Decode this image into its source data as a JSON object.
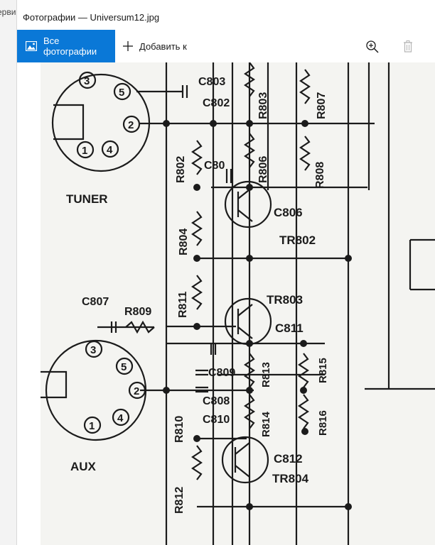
{
  "background_app": {
    "partial_text": "ерви"
  },
  "window": {
    "title": "Фотографии — Universum12.jpg"
  },
  "toolbar": {
    "all_photos_label": "Все фотографии",
    "add_to_label": "Добавить к",
    "zoom_icon": "zoom-in-icon",
    "delete_icon": "trash-icon",
    "accent_color": "#0a78d7"
  },
  "photo": {
    "labels": {
      "c803": "C803",
      "c802": "C802",
      "r803": "R803",
      "r807": "R807",
      "r802": "R802",
      "c80x": "C80",
      "r806": "R806",
      "r808": "R808",
      "tuner": "TUNER",
      "c806": "C806",
      "tr802": "TR802",
      "r804": "R804",
      "c807": "C807",
      "r809": "R809",
      "r811": "R811",
      "tr803": "TR803",
      "c811": "C811",
      "c809": "C809",
      "r813": "R813",
      "r815": "R815",
      "c808": "C808",
      "r810": "R810",
      "c810": "C810",
      "r814": "R814",
      "r816": "R816",
      "c812": "C812",
      "tr804": "TR804",
      "aux": "AUX",
      "r812": "R812"
    },
    "pins": {
      "tuner_3": "3",
      "tuner_5": "5",
      "tuner_2": "2",
      "tuner_1": "1",
      "tuner_4": "4",
      "aux_3": "3",
      "aux_5": "5",
      "aux_2": "2",
      "aux_1": "1",
      "aux_4": "4"
    }
  }
}
